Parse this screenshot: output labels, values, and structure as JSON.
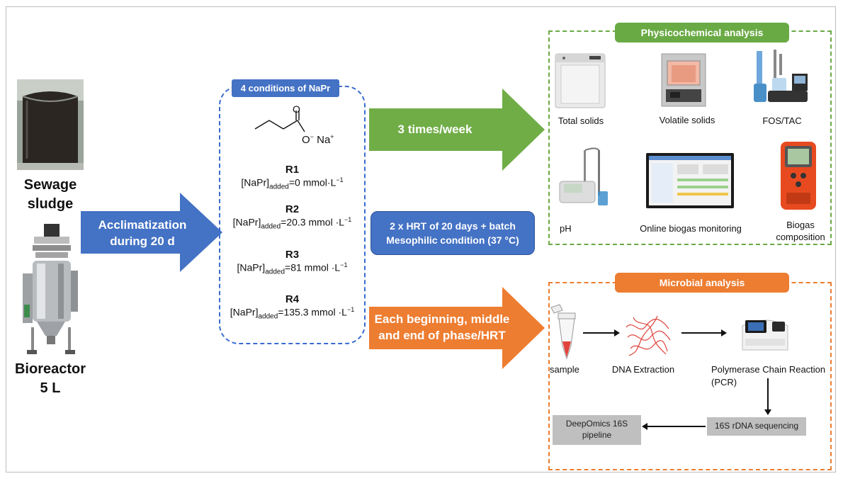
{
  "left": {
    "feed_label_line1": "Sewage",
    "feed_label_line2": "sludge",
    "reactor_label_line1": "Bioreactor",
    "reactor_label_line2": "5 L"
  },
  "acclimatization": {
    "line1": "Acclimatization",
    "line2": "during 20 d"
  },
  "conditions": {
    "header": "4 conditions of NaPr",
    "molecule_o": "O",
    "molecule_o_minus": "O",
    "molecule_minus": "−",
    "molecule_na": "Na",
    "molecule_plus": "+",
    "items": [
      {
        "name": "R1",
        "prefix": "[NaPr]",
        "sub": "added",
        "value": "=0 mmol·L",
        "exp": "−1"
      },
      {
        "name": "R2",
        "prefix": "[NaPr]",
        "sub": "added",
        "value": "=20.3 mmol ·L",
        "exp": "−1"
      },
      {
        "name": "R3",
        "prefix": "[NaPr]",
        "sub": "added",
        "value": "=81 mmol ·L",
        "exp": "−1"
      },
      {
        "name": "R4",
        "prefix": "[NaPr]",
        "sub": "added",
        "value": "=135.3 mmol ·L",
        "exp": "−1"
      }
    ]
  },
  "green_arrow": {
    "label": "3 times/week"
  },
  "hrt_box": {
    "line1": "2 x HRT of 20 days + batch",
    "line2": "Mesophilic condition (37 °C)"
  },
  "orange_arrow": {
    "line1": "Each beginning, middle",
    "line2": "and end of phase/HRT"
  },
  "physico": {
    "title": "Physicochemical analysis",
    "items": [
      "Total solids",
      "Volatile solids",
      "FOS/TAC",
      "pH",
      "Online biogas monitoring",
      "Biogas composition"
    ],
    "biogas_line1": "Biogas",
    "biogas_line2": "composition"
  },
  "microbial": {
    "title": "Microbial analysis",
    "sample": "sample",
    "dna": "DNA Extraction",
    "pcr_line1": "Polymerase Chain Reaction",
    "pcr_line2": "(PCR)",
    "sequencing": "16S rDNA sequencing",
    "pipeline_line1": "DeepOmics 16S",
    "pipeline_line2": "pipeline"
  },
  "colors": {
    "blue": "#4472c4",
    "blue_dash": "#3a6bd0",
    "green": "#70ad47",
    "green_header": "#6aaa45",
    "orange": "#ed7d31",
    "gray": "#bfbfbf"
  }
}
